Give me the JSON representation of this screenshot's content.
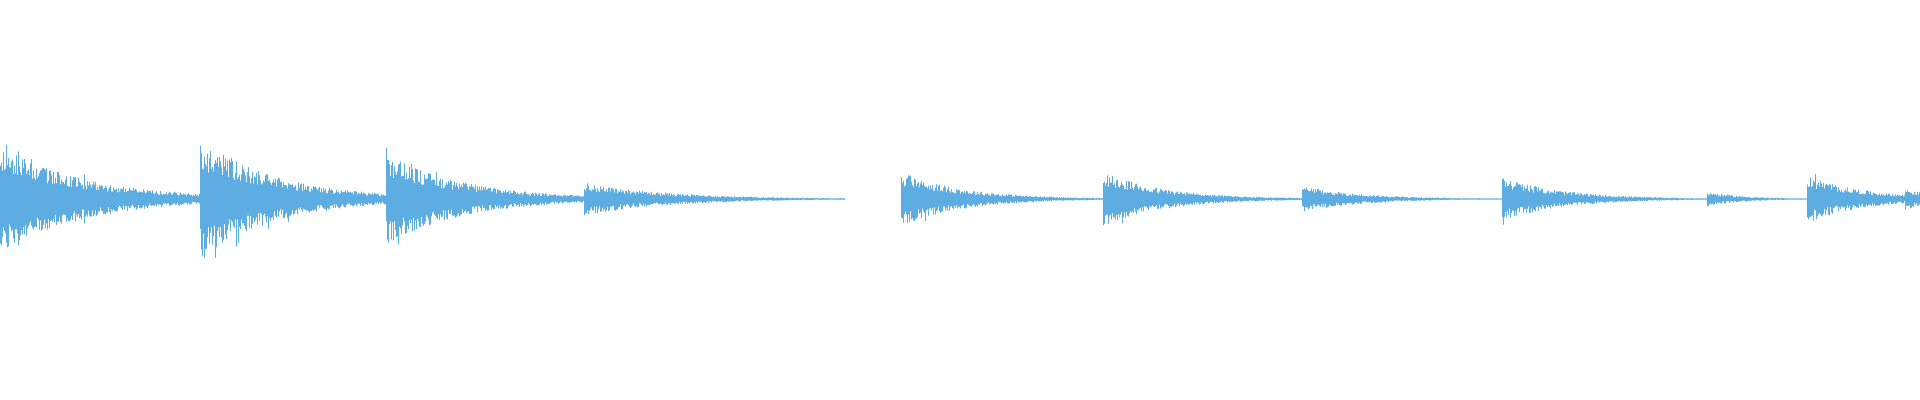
{
  "waveform": {
    "color": "#5dade2",
    "background": "#ffffff",
    "onsets": [
      {
        "t": 0.0,
        "amp": 0.58,
        "decay": 0.045
      },
      {
        "t": 0.104,
        "amp": 0.66,
        "decay": 0.04
      },
      {
        "t": 0.201,
        "amp": 0.5,
        "decay": 0.04
      },
      {
        "t": 0.304,
        "amp": 0.18,
        "decay": 0.045
      },
      {
        "t": 0.469,
        "amp": 0.3,
        "decay": 0.032
      },
      {
        "t": 0.574,
        "amp": 0.3,
        "decay": 0.032
      },
      {
        "t": 0.678,
        "amp": 0.14,
        "decay": 0.032
      },
      {
        "t": 0.782,
        "amp": 0.24,
        "decay": 0.032
      },
      {
        "t": 0.889,
        "amp": 0.08,
        "decay": 0.02
      },
      {
        "t": 0.941,
        "amp": 0.26,
        "decay": 0.03
      },
      {
        "t": 0.992,
        "amp": 0.12,
        "decay": 0.015
      }
    ],
    "silent_gaps": [
      [
        0.44,
        0.469
      ]
    ]
  }
}
